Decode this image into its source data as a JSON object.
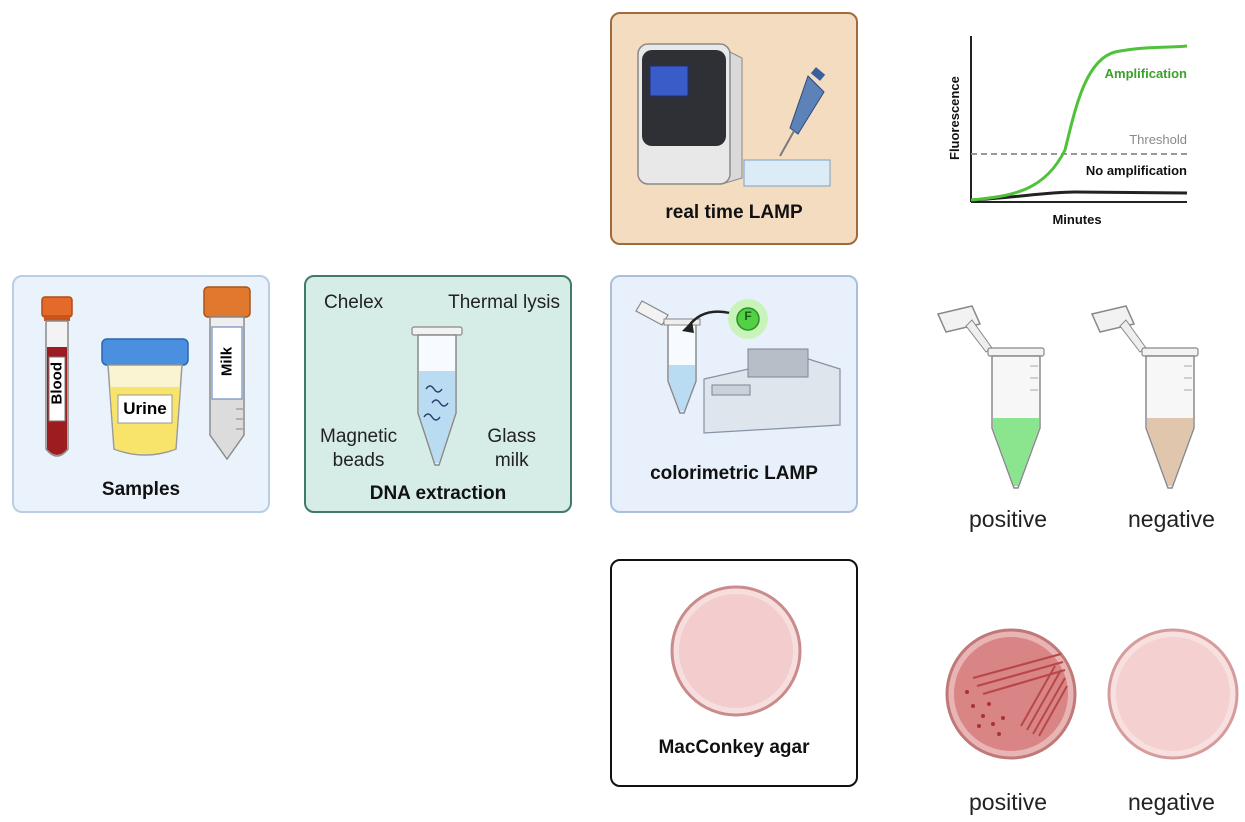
{
  "samples": {
    "title": "Samples",
    "blood": "Blood",
    "urine": "Urine",
    "milk": "Milk"
  },
  "extraction": {
    "title": "DNA extraction",
    "methods": {
      "chelex": "Chelex",
      "thermal": "Thermal lysis",
      "magnetic_1": "Magnetic",
      "magnetic_2": "beads",
      "glass_1": "Glass",
      "glass_2": "milk"
    }
  },
  "realtime": {
    "title": "real time LAMP"
  },
  "colorimetric": {
    "title": "colorimetric LAMP",
    "fluor_badge": "F"
  },
  "macconkey": {
    "title": "MacConkey agar"
  },
  "amp_chart": {
    "xlabel": "Minutes",
    "ylabel": "Fluorescence",
    "amplification": "Amplification",
    "threshold": "Threshold",
    "no_amplification": "No amplification"
  },
  "results": {
    "tube_positive": "positive",
    "tube_negative": "negative",
    "plate_positive": "positive",
    "plate_negative": "negative"
  },
  "colors": {
    "amplification_green": "#4fc23a",
    "positive_tube": "#8be58e",
    "negative_tube": "#e0c6ac",
    "agar_pink": "#f4c9c9",
    "positive_plate": "#d98585"
  }
}
